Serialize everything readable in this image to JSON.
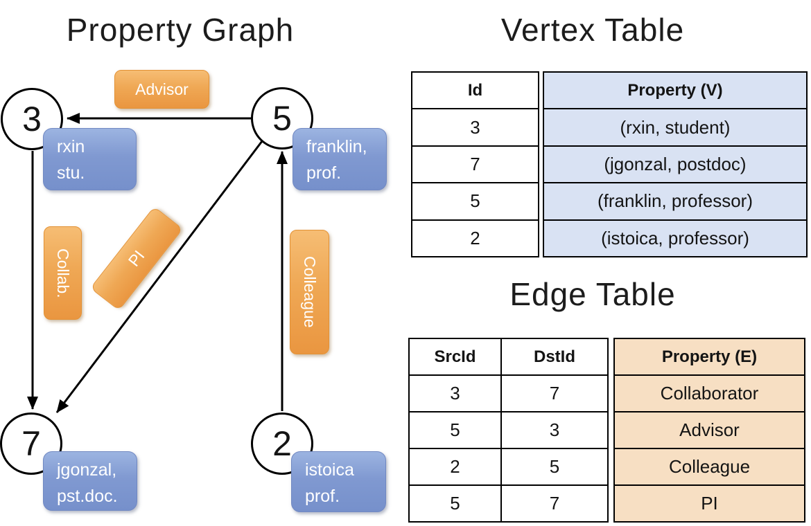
{
  "graph": {
    "title": "Property Graph",
    "nodes": {
      "n3": {
        "id": "3",
        "line1": "rxin",
        "line2": "stu."
      },
      "n5": {
        "id": "5",
        "line1": "franklin,",
        "line2": "prof."
      },
      "n7": {
        "id": "7",
        "line1": "jgonzal,",
        "line2": "pst.doc."
      },
      "n2": {
        "id": "2",
        "line1": "istoica",
        "line2": "prof."
      }
    },
    "edge_labels": {
      "advisor": "Advisor",
      "collab": "Collab.",
      "pi": "PI",
      "colleague": "Colleague"
    },
    "edges": [
      {
        "from": "5",
        "to": "3",
        "label": "Advisor"
      },
      {
        "from": "3",
        "to": "7",
        "label": "Collab."
      },
      {
        "from": "5",
        "to": "7",
        "label": "PI"
      },
      {
        "from": "2",
        "to": "5",
        "label": "Colleague"
      }
    ]
  },
  "vertex_table": {
    "title": "Vertex Table",
    "columns": {
      "id": "Id",
      "property": "Property (V)"
    },
    "rows": [
      {
        "id": "3",
        "property": "(rxin, student)"
      },
      {
        "id": "7",
        "property": "(jgonzal, postdoc)"
      },
      {
        "id": "5",
        "property": "(franklin, professor)"
      },
      {
        "id": "2",
        "property": "(istoica, professor)"
      }
    ]
  },
  "edge_table": {
    "title": "Edge Table",
    "columns": {
      "src": "SrcId",
      "dst": "DstId",
      "property": "Property (E)"
    },
    "rows": [
      {
        "src": "3",
        "dst": "7",
        "property": "Collaborator"
      },
      {
        "src": "5",
        "dst": "3",
        "property": "Advisor"
      },
      {
        "src": "2",
        "dst": "5",
        "property": "Colleague"
      },
      {
        "src": "5",
        "dst": "7",
        "property": "PI"
      }
    ]
  },
  "colors": {
    "edge_label_orange": "#ea9640",
    "vertex_label_blue": "#7e97ce",
    "vertex_property_fill": "#d9e2f3",
    "edge_property_fill": "#f7dfc3",
    "line": "#000000",
    "node_fill": "#ffffff"
  }
}
